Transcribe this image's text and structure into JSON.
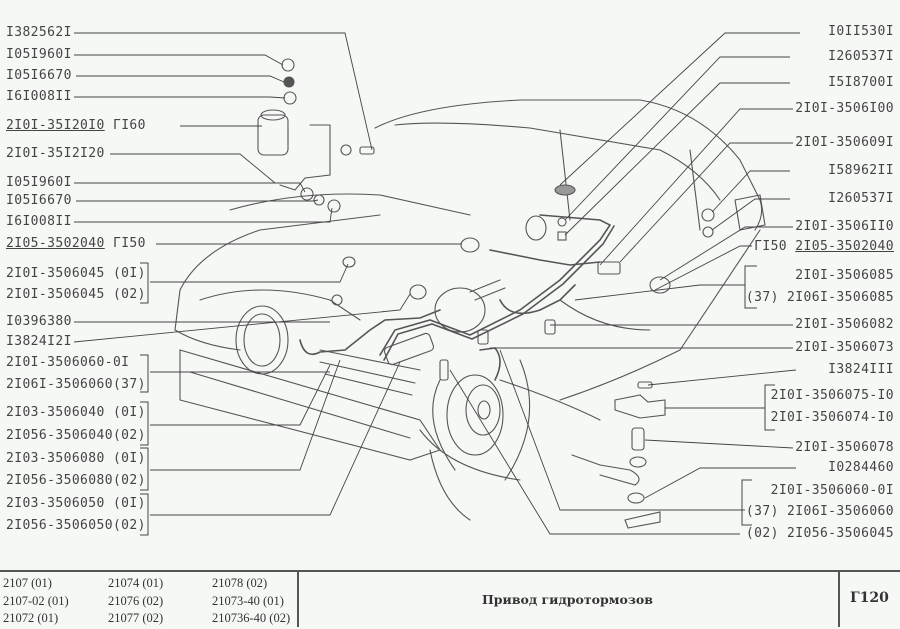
{
  "diagram": {
    "left_labels": [
      {
        "text": "I382562I"
      },
      {
        "text": "I05I960I"
      },
      {
        "text": "I05I6670"
      },
      {
        "text": "I6I008II"
      },
      {
        "text": "2I0I-35I20I0",
        "suffix": "ГI60",
        "underlined": true
      },
      {
        "text": "2I0I-35I2I20"
      },
      {
        "text": "I05I960I"
      },
      {
        "text": "I05I6670"
      },
      {
        "text": "I6I008II"
      },
      {
        "text": "2I05-3502040",
        "suffix": "ГI50",
        "underlined": true
      },
      {
        "text": "2I0I-3506045 (0I)"
      },
      {
        "text": "2I0I-3506045 (02)"
      },
      {
        "text": "I0396380"
      },
      {
        "text": "I3824I2I"
      },
      {
        "text": "2I0I-3506060-0I"
      },
      {
        "text": "2I06I-3506060(37)"
      },
      {
        "text": "2I03-3506040 (0I)"
      },
      {
        "text": "2I056-3506040(02)"
      },
      {
        "text": "2I03-3506080 (0I)"
      },
      {
        "text": "2I056-3506080(02)"
      },
      {
        "text": "2I03-3506050 (0I)"
      },
      {
        "text": "2I056-3506050(02)"
      }
    ],
    "right_labels": [
      {
        "text": "I0II530I"
      },
      {
        "text": "I260537I"
      },
      {
        "text": "I5I8700I"
      },
      {
        "text": "2I0I-3506I00"
      },
      {
        "text": "2I0I-350609I"
      },
      {
        "text": "I58962II"
      },
      {
        "text": "I260537I"
      },
      {
        "text": "2I0I-3506II0"
      },
      {
        "text": "2I05-3502040",
        "prefix": "ГI50",
        "underlined": true
      },
      {
        "text": "2I0I-3506085"
      },
      {
        "text": "2I06I-3506085",
        "prefix": "(37)"
      },
      {
        "text": "2I0I-3506082"
      },
      {
        "text": "2I0I-3506073"
      },
      {
        "text": "I3824III"
      },
      {
        "text": "2I0I-3506075-I0"
      },
      {
        "text": "2I0I-3506074-I0"
      },
      {
        "text": "2I0I-3506078"
      },
      {
        "text": "I0284460"
      },
      {
        "text": "2I0I-3506060-0I"
      },
      {
        "text": "2I06I-3506060",
        "prefix": "(37)"
      },
      {
        "text": "2I056-3506045",
        "prefix": "(02)"
      }
    ]
  },
  "footer": {
    "models": [
      [
        "2107 (01)",
        "21074 (01)",
        "21078 (02)"
      ],
      [
        "2107-02 (01)",
        "21076 (02)",
        "21073-40 (01)"
      ],
      [
        "21072 (01)",
        "21077 (02)",
        "210736-40 (02)"
      ]
    ],
    "title": "Привод гидротормозов",
    "code": "Г120"
  }
}
